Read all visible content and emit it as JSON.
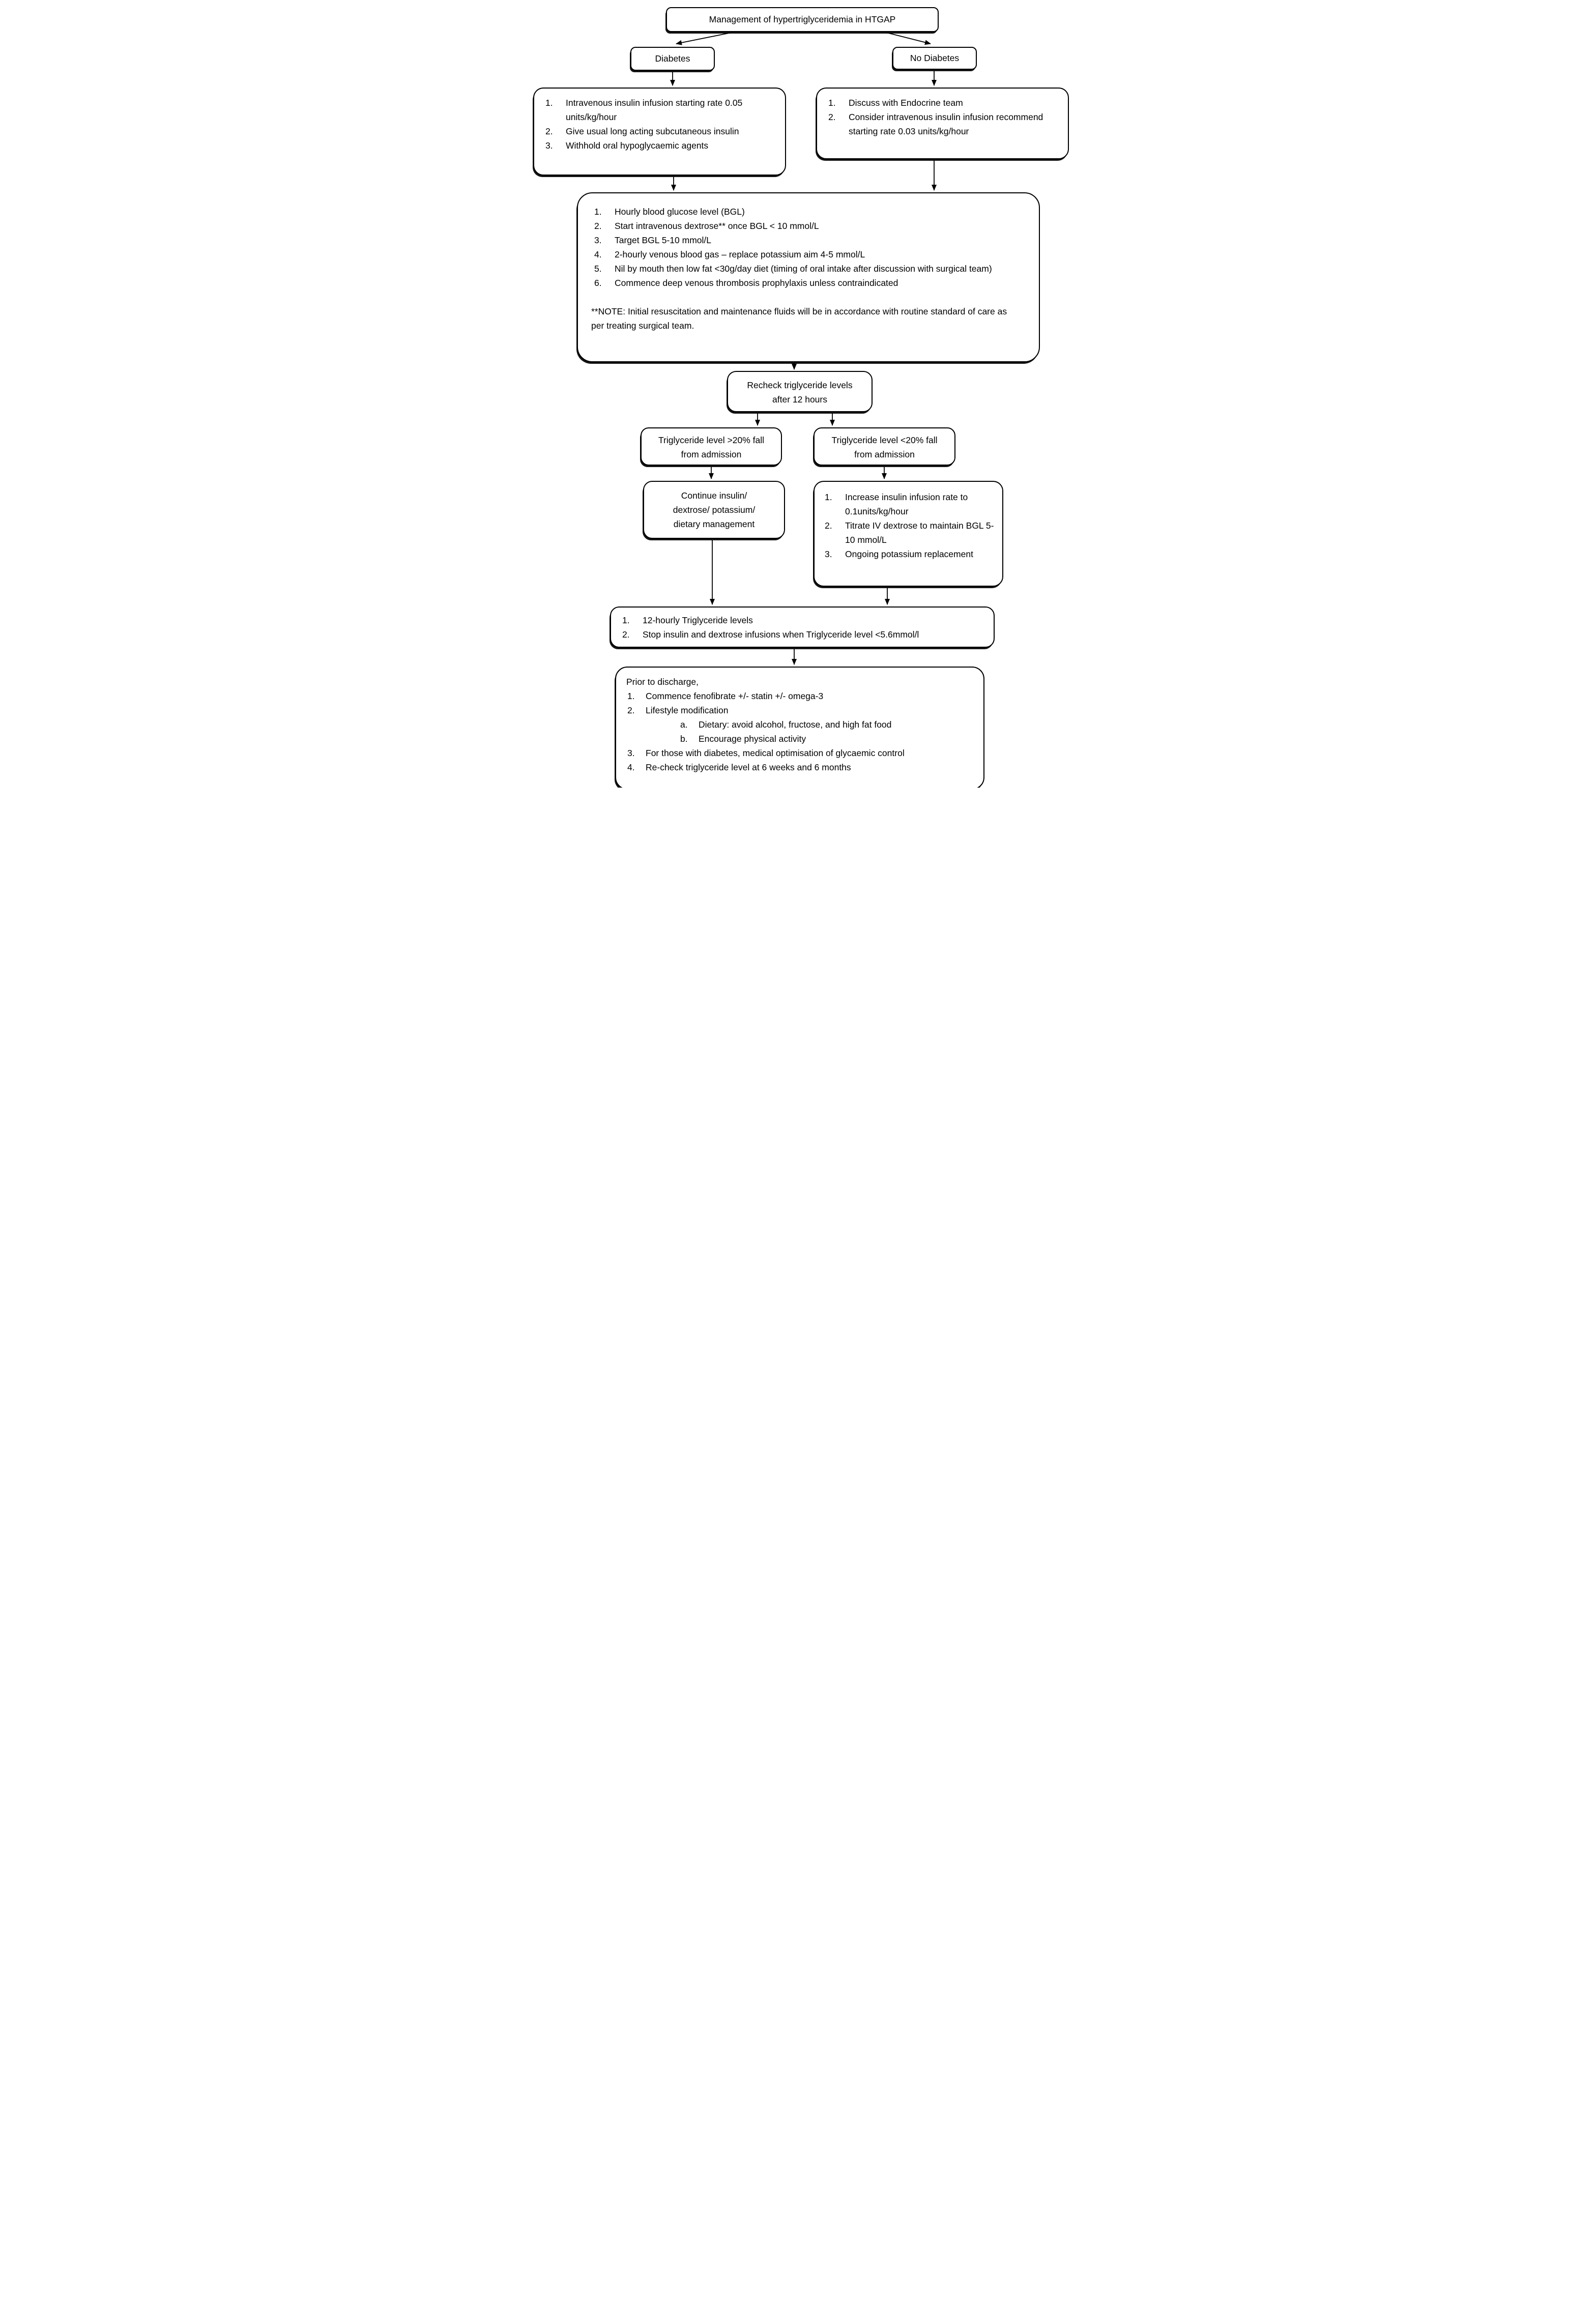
{
  "colors": {
    "line": "#000000",
    "background": "#ffffff"
  },
  "title": "Management of hypertriglyceridemia in HTGAP",
  "diabetes_branch": {
    "label": "Diabetes",
    "actions": [
      "Intravenous insulin infusion starting rate 0.05 units/kg/hour",
      "Give usual long acting subcutaneous insulin",
      "Withhold oral hypoglycaemic agents"
    ]
  },
  "no_diabetes_branch": {
    "label": "No Diabetes",
    "actions": [
      "Discuss with Endocrine team",
      "Consider intravenous insulin infusion recommend starting rate 0.03 units/kg/hour"
    ]
  },
  "monitoring": {
    "items": [
      "Hourly blood glucose level (BGL)",
      "Start intravenous dextrose** once BGL < 10 mmol/L",
      "Target BGL 5-10 mmol/L",
      "2-hourly venous blood gas – replace potassium aim 4-5 mmol/L",
      "Nil by mouth then low fat <30g/day diet (timing of oral intake after discussion with surgical team)",
      "Commence deep venous thrombosis prophylaxis unless contraindicated"
    ],
    "note": "**NOTE: Initial resuscitation and maintenance fluids will be in accordance with routine standard of care as per treating surgical team."
  },
  "recheck": {
    "label": "Recheck triglyceride levels after 12 hours"
  },
  "tg_fall_gt20": {
    "label": "Triglyceride level >20% fall from admission",
    "action": "Continue insulin/ dextrose/ potassium/ dietary management"
  },
  "tg_fall_lt20": {
    "label": "Triglyceride level <20% fall from admission",
    "actions": [
      "Increase insulin infusion rate to 0.1units/kg/hour",
      "Titrate IV dextrose to maintain BGL 5-10 mmol/L",
      "Ongoing potassium replacement"
    ]
  },
  "followup": {
    "items": [
      "12-hourly Triglyceride levels",
      "Stop insulin and dextrose infusions when Triglyceride level <5.6mmol/l"
    ]
  },
  "discharge": {
    "heading": "Prior to discharge,",
    "items": [
      "Commence fenofibrate +/- statin +/- omega-3",
      {
        "text": "Lifestyle modification",
        "sub": [
          "Dietary: avoid alcohol, fructose, and high fat food",
          "Encourage physical activity"
        ]
      },
      "For those with diabetes, medical optimisation of glycaemic control",
      "Re-check triglyceride level at 6 weeks and 6 months"
    ]
  }
}
